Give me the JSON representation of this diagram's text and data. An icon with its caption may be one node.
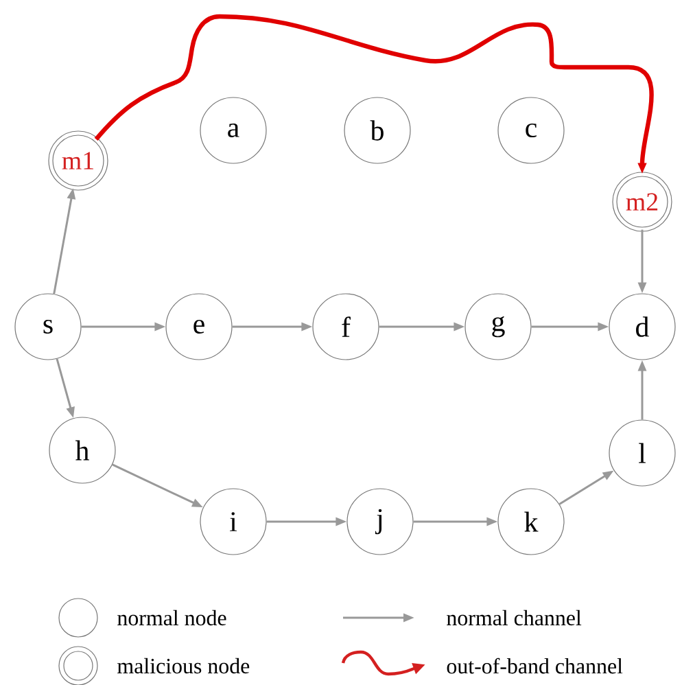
{
  "diagram": {
    "nodes": [
      {
        "text": [
          "m1"
        ]
      },
      {
        "text": [
          "a"
        ]
      },
      {
        "text": [
          "b"
        ]
      },
      {
        "text": [
          "c"
        ]
      },
      {
        "text": [
          "m2"
        ]
      },
      {
        "text": [
          "s"
        ]
      },
      {
        "text": [
          "e"
        ]
      },
      {
        "text": [
          "f"
        ]
      },
      {
        "text": [
          "g"
        ]
      },
      {
        "text": [
          "d"
        ]
      },
      {
        "text": [
          "h"
        ]
      },
      {
        "text": [
          "l"
        ]
      },
      {
        "text": [
          "i"
        ]
      },
      {
        "text": [
          "j"
        ]
      },
      {
        "text": [
          "k"
        ]
      }
    ],
    "edges": [
      {
        "from": 0,
        "to": 4,
        "arrow": "to",
        "style": "thick",
        "color": "#e00000"
      },
      {
        "from": 5,
        "to": 0,
        "arrow": "to"
      },
      {
        "from": 4,
        "to": 9,
        "arrow": "to"
      },
      {
        "from": 5,
        "to": 6,
        "arrow": "to"
      },
      {
        "from": 6,
        "to": 7,
        "arrow": "to"
      },
      {
        "from": 7,
        "to": 8,
        "arrow": "to"
      },
      {
        "from": 8,
        "to": 9,
        "arrow": "to"
      },
      {
        "from": 5,
        "to": 10,
        "arrow": "to"
      },
      {
        "from": 10,
        "to": 12,
        "arrow": "to"
      },
      {
        "from": 12,
        "to": 13,
        "arrow": "to"
      },
      {
        "from": 13,
        "to": 14,
        "arrow": "to"
      },
      {
        "from": 14,
        "to": 11,
        "arrow": "to"
      },
      {
        "from": 11,
        "to": 9,
        "arrow": "to"
      }
    ],
    "legend": [
      {
        "text": "normal node"
      },
      {
        "text": "malicious node"
      },
      {
        "text": "normal channel"
      },
      {
        "text": "out-of-band channel"
      }
    ]
  }
}
